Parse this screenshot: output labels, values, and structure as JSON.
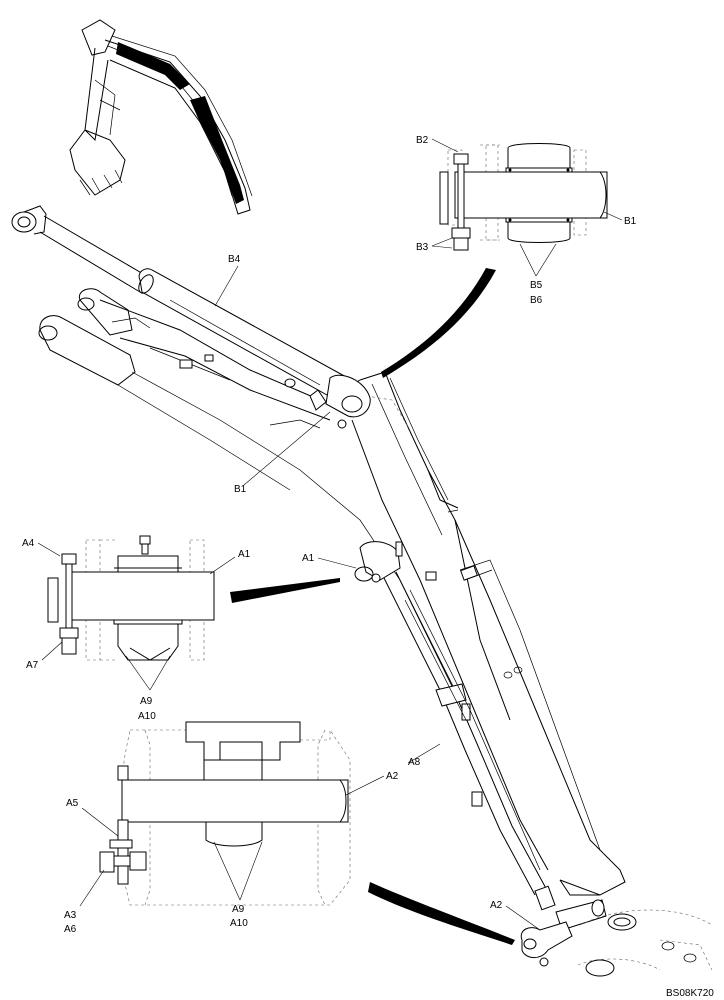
{
  "drawing_code": "BS08K720",
  "labels": {
    "A1_main": "A1",
    "A1_detail": "A1",
    "A2_main": "A2",
    "A2_detail": "A2",
    "A3": "A3",
    "A4": "A4",
    "A5": "A5",
    "A6": "A6",
    "A7": "A7",
    "A8": "A8",
    "A9_upper": "A9",
    "A10_upper": "A10",
    "A9_lower": "A9",
    "A10_lower": "A10",
    "B1_main": "B1",
    "B1_detail": "B1",
    "B2": "B2",
    "B3": "B3",
    "B4": "B4",
    "B5": "B5",
    "B6": "B6"
  }
}
